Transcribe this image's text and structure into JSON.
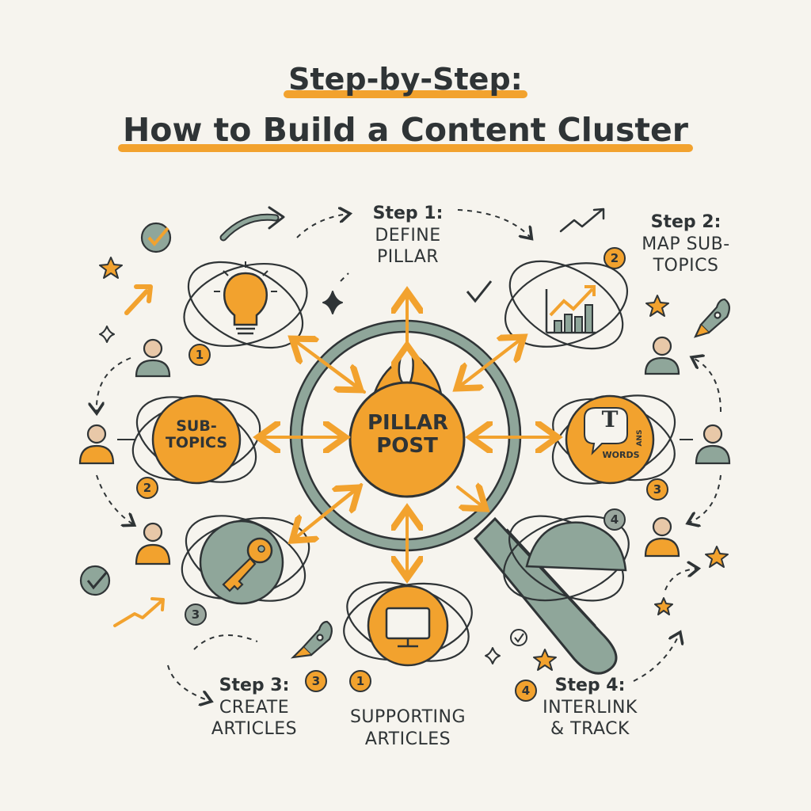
{
  "title": {
    "line1": "Step-by-Step:",
    "line2": "How to Build a Content Cluster"
  },
  "center": {
    "line1": "PILLAR",
    "line2": "POST"
  },
  "subtopics_node": {
    "line1": "SUB-",
    "line2": "TOPICS"
  },
  "words_node": {
    "glyph": "T",
    "word": "WORDS",
    "side": "ANS"
  },
  "steps": [
    {
      "head": "Step 1:",
      "line1": "DEFINE",
      "line2": "PILLAR"
    },
    {
      "head": "Step 2:",
      "line1": "MAP SUB-",
      "line2": "TOPICS"
    },
    {
      "head": "Step 3:",
      "line1": "CREATE",
      "line2": "ARTICLES"
    },
    {
      "head": "",
      "line1": "SUPPORTING",
      "line2": "ARTICLES"
    },
    {
      "head": "Step 4:",
      "line1": "INTERLINK",
      "line2": "& TRACK"
    }
  ],
  "badges": {
    "bulb": "1",
    "chart": "2",
    "subtopics": "2",
    "words": "3",
    "gear": "4",
    "key": "3",
    "step3": "3",
    "supporting": "1",
    "step4": "4"
  },
  "icons": [
    "lightbulb-icon",
    "bar-chart-icon",
    "key-icon",
    "monitor-icon",
    "flame-icon",
    "magnifier-icon",
    "rocket-icon",
    "person-icon",
    "checkmark-icon",
    "star-icon",
    "trend-arrow-icon"
  ],
  "colors": {
    "accent": "#f2a22e",
    "ink": "#2f3436",
    "sage": "#8fa69a",
    "background": "#f6f4ee"
  }
}
